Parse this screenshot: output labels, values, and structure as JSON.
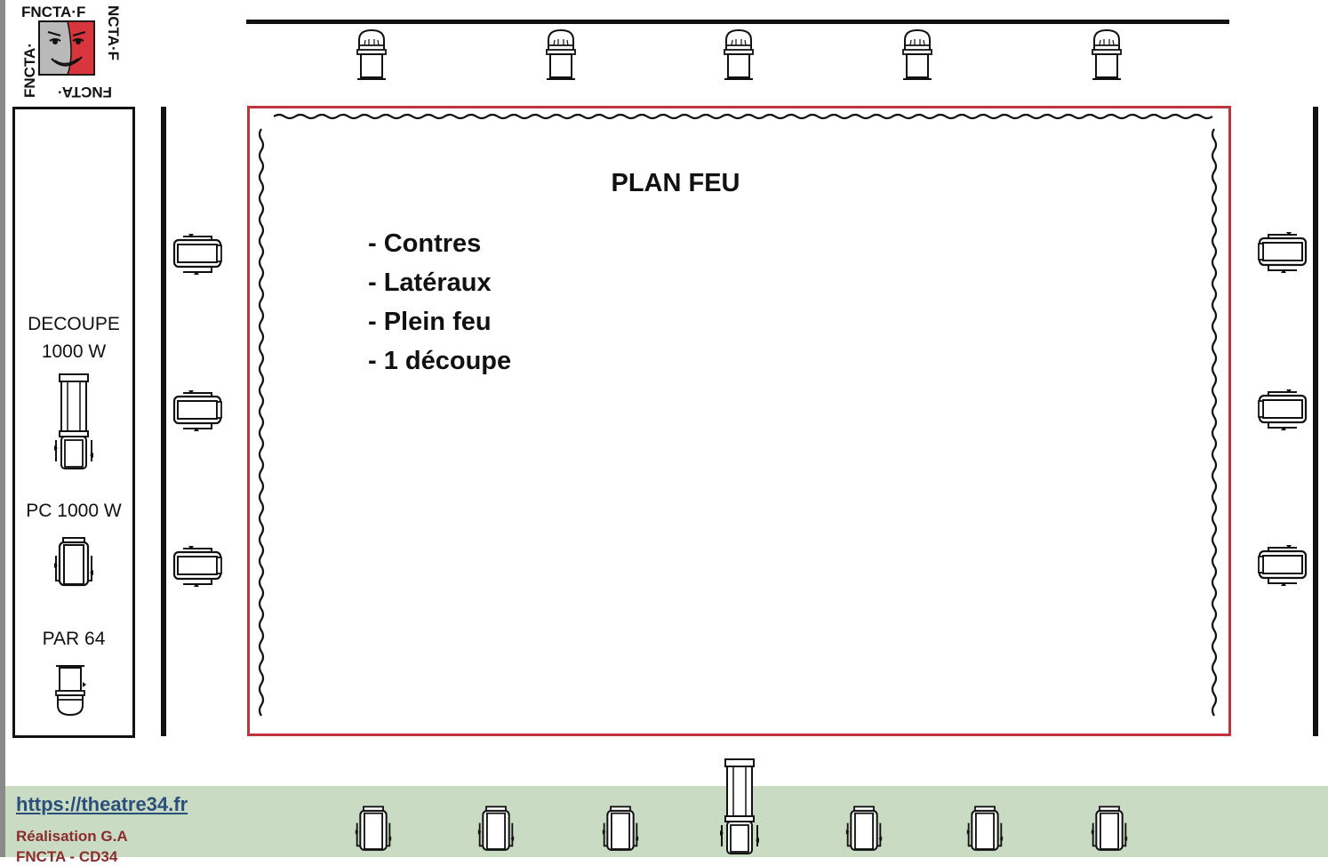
{
  "logo": {
    "text_top": "FNCTA·F",
    "text_right": "NCTA·F",
    "text_bottom": "FNCTA·",
    "text_left": "FNCTA·",
    "colors": {
      "face_red": "#d8363c",
      "face_grey": "#b9b9b9",
      "outline": "#111111"
    }
  },
  "legend": {
    "decoupe_line1": "DECOUPE",
    "decoupe_line2": "1000 W",
    "pc_label": "PC 1000 W",
    "par_label": "PAR 64"
  },
  "plan": {
    "title": "PLAN FEU",
    "items": [
      "- Contres",
      "- Latéraux",
      "- Plein feu",
      "- 1 découpe"
    ]
  },
  "footer": {
    "link": "https://theatre34.fr",
    "credit": "Réalisation G.A",
    "extra": "FNCTA - CD34"
  },
  "colors": {
    "stage_border": "#c0343d",
    "footer_bg": "#c9dcc3",
    "link": "#2a4f7a",
    "credit": "#8b2c2c"
  },
  "icons": {
    "par": "par64-icon",
    "pc": "pc-spotlight-icon",
    "decoupe": "decoupe-profile-icon",
    "lateral": "lateral-spotlight-icon",
    "curtain": "curtain-wave"
  }
}
